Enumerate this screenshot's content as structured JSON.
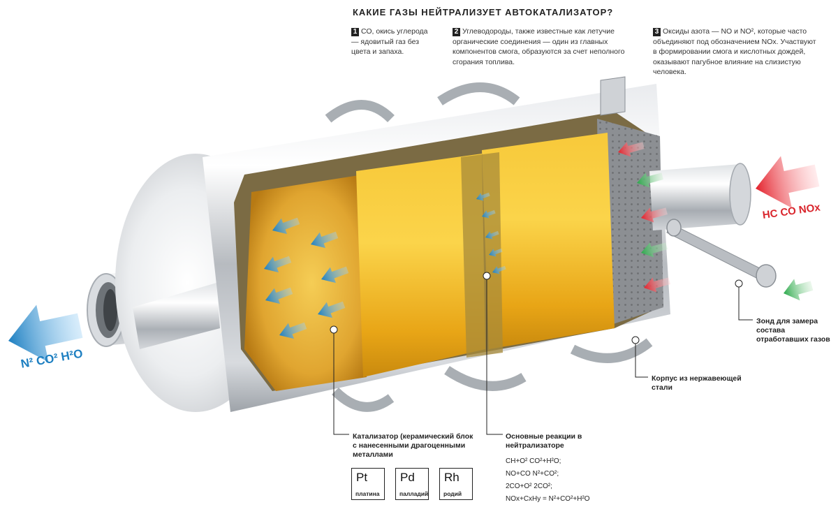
{
  "title": "КАКИЕ ГАЗЫ НЕЙТРАЛИЗУЕТ АВТОКАТАЛИЗАТОР?",
  "points": [
    {
      "num": "1",
      "text": "СО, окись углерода — ядовитый газ без цвета и запаха."
    },
    {
      "num": "2",
      "text": "Углеводороды, также известные как летучие органические соединения — один из главных компонентов смога, образуются за счет неполного сгорания топлива."
    },
    {
      "num": "3",
      "text": "Оксиды азота — NO и NO², которые часто объединяют под обозначением NOx. Участвуют в формировании смога и кислотных дождей, оказывают пагубное влияние на слизистую человека."
    }
  ],
  "gases": {
    "outlet": "N² CO² H²O",
    "inlet": "HC CO NOx"
  },
  "labels": {
    "probe": "Зонд для замера состава отработавших газов",
    "housing": "Корпус из нержавеющей стали",
    "catalyst": "Катализатор (керамический блок с нанесенными драгоценными металлами",
    "reactions_title": "Основные реакции в нейтрализаторе"
  },
  "reactions": [
    "CH+O²   CO²+H²O;",
    "NO+CO   N²+CO²;",
    "2CO+O²   2CO²;",
    "NOx+CxHy = N²+CO²+H²O"
  ],
  "metals": [
    {
      "symbol": "Pt",
      "name": "платина"
    },
    {
      "symbol": "Pd",
      "name": "палладий"
    },
    {
      "symbol": "Rh",
      "name": "родий"
    }
  ],
  "colors": {
    "catalyst": "#f2b81f",
    "steel": "#c9ccd0",
    "outlet_arrow": "#2a8ad6",
    "inlet_arrow": "#e3202a",
    "green_arrow": "#2aa84a"
  }
}
